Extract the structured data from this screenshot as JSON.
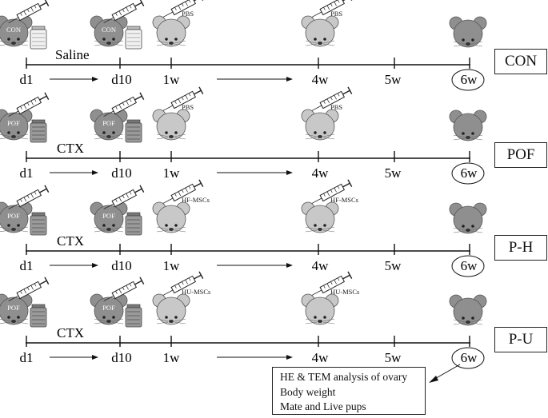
{
  "groups": [
    {
      "id": "CON",
      "label": "CON",
      "mouse_badge": "CON",
      "treatment": "Saline",
      "injection_label": "PBS",
      "vial_style": "light",
      "timepoints": [
        "d1",
        "d10",
        "1w",
        "4w",
        "5w",
        "6w"
      ]
    },
    {
      "id": "POF",
      "label": "POF",
      "mouse_badge": "POF",
      "treatment": "CTX",
      "injection_label": "PBS",
      "vial_style": "dark",
      "timepoints": [
        "d1",
        "d10",
        "1w",
        "4w",
        "5w",
        "6w"
      ]
    },
    {
      "id": "P-H",
      "label": "P-H",
      "mouse_badge": "POF",
      "treatment": "CTX",
      "injection_label": "HF-MSCs",
      "vial_style": "dark",
      "timepoints": [
        "d1",
        "d10",
        "1w",
        "4w",
        "5w",
        "6w"
      ]
    },
    {
      "id": "P-U",
      "label": "P-U",
      "mouse_badge": "POF",
      "treatment": "CTX",
      "injection_label": "HU-MSCs",
      "vial_style": "dark",
      "timepoints": [
        "d1",
        "d10",
        "1w",
        "4w",
        "5w",
        "6w"
      ]
    }
  ],
  "analysis": {
    "lines": [
      "HE & TEM analysis of ovary",
      "Body weight",
      "Mate and Live pups"
    ]
  },
  "icons": {
    "mouse_dark": "mouse-icon",
    "mouse_light": "mouse-icon",
    "syringe": "syringe-icon",
    "vial": "vial-icon"
  },
  "colors": {
    "mouse_dark": "#8f8f8f",
    "mouse_light": "#c8c8c8",
    "line": "#111111"
  }
}
